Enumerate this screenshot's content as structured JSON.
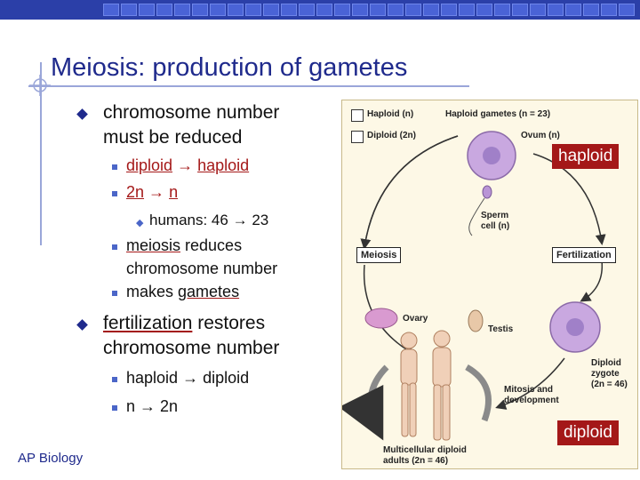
{
  "slide": {
    "title": "Meiosis: production of gametes",
    "footer": "AP Biology"
  },
  "bullets": {
    "b1_line1": "chromosome number",
    "b1_line2": "must be reduced",
    "s1_diploid": "diploid",
    "s1_arrow": "→",
    "s1_haploid": "haploid",
    "s2_2n": "2n",
    "s2_arrow": "→",
    "s2_n": "n",
    "s3_humans": "humans: 46",
    "s3_arrow": "→",
    "s3_23": "23",
    "s4_meiosis": "meiosis",
    "s4_rest": "reduces",
    "s4_line2": "chromosome number",
    "s5_makes": "makes",
    "s5_gametes": "gametes",
    "b2_fert": "fertilization",
    "b2_rest": "restores",
    "b2_line2": "chromosome number",
    "s6_haploid": "haploid",
    "s6_arrow": "→",
    "s6_diploid": "diploid",
    "s7_n": "n",
    "s7_arrow": "→",
    "s7_2n": "2n"
  },
  "diagram": {
    "key_haploid": "Haploid (n)",
    "key_diploid": "Diploid (2n)",
    "haploid_gametes": "Haploid gametes (n = 23)",
    "ovum": "Ovum (n)",
    "sperm": "Sperm",
    "sperm2": "cell (n)",
    "meiosis": "Meiosis",
    "fertilization": "Fertilization",
    "ovary": "Ovary",
    "testis": "Testis",
    "zygote1": "Diploid",
    "zygote2": "zygote",
    "zygote3": "(2n = 46)",
    "mitosis1": "Mitosis and",
    "mitosis2": "development",
    "adults1": "Multicellular diploid",
    "adults2": "adults (2n = 46)",
    "haploid_box": "haploid",
    "diploid_box": "diploid"
  }
}
